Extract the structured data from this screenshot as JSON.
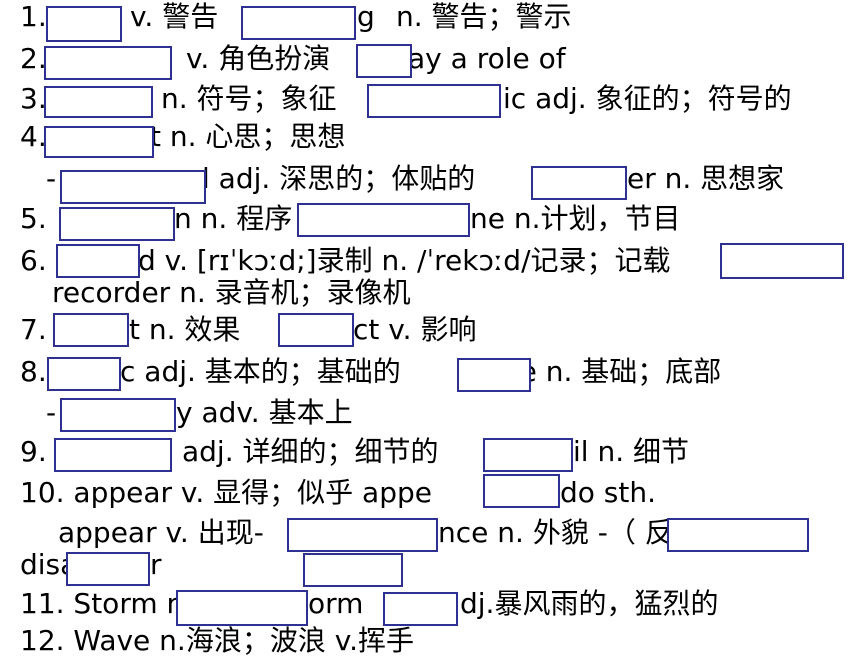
{
  "lines": {
    "l1": [
      "1.",
      "v. 警告",
      "g",
      "n. 警告；警示"
    ],
    "l2": [
      "2.",
      "v. 角色扮演",
      "ay a role of"
    ],
    "l3": [
      "3.",
      "n. 符号；象征",
      "ic adj. 象征的；符号的"
    ],
    "l4": [
      "4.",
      "t n. 心思；思想"
    ],
    "l4b": [
      "-",
      "l adj. 深思的；体贴的",
      "er n. 思想家"
    ],
    "l5": [
      "5.",
      "n n. 程序",
      "ne n.计划，节目"
    ],
    "l6": [
      "6.",
      "d v. [rɪˈkɔːd;]录制  n. /ˈrekɔːd/记录；记载"
    ],
    "l6b": [
      "recorder n. 录音机；录像机"
    ],
    "l7": [
      "7.",
      "t n. 效果",
      "ct v. 影响"
    ],
    "l8": [
      "8.",
      "c adj. 基本的；基础的",
      "se  n. 基础；底部"
    ],
    "l8b": [
      "-",
      "y adv. 基本上"
    ],
    "l9": [
      "9.",
      "adj. 详细的；细节的",
      "il n. 细节"
    ],
    "l10": [
      "10. appear v. 显得；似乎  appe",
      "do sth."
    ],
    "l10b": [
      "appear v. 出现-",
      "nce n. 外貌 -（ 反"
    ],
    "l10c": [
      "disa",
      "r"
    ],
    "l11": [
      "11. Storm n.",
      "orm",
      "dj.暴风雨的，猛烈的"
    ],
    "l12": [
      "12. Wave n.海浪；波浪  v.挥手"
    ]
  },
  "colors": {
    "text": "#000000",
    "box_border": "#2e3192",
    "background": "#ffffff"
  }
}
